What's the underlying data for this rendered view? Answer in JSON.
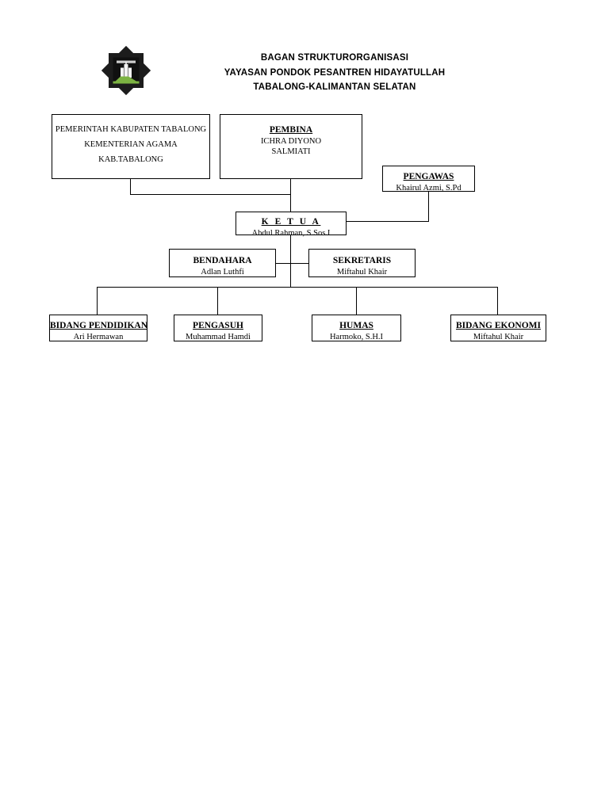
{
  "header": {
    "logo_icon": "octagram-pesantren-logo",
    "title_lines": [
      "BAGAN STRUKTURORGANISASI",
      "YAYASAN PONDOK PESANTREN HIDAYATULLAH",
      "TABALONG-KALIMANTAN SELATAN"
    ]
  },
  "chart_data": {
    "type": "diagram",
    "subtype": "organizational-chart",
    "title": "BAGAN STRUKTURORGANISASI YAYASAN PONDOK PESANTREN HIDAYATULLAH TABALONG-KALIMANTAN SELATAN",
    "nodes": [
      {
        "id": "pemerintah",
        "role": "",
        "lines": [
          "PEMERINTAH KABUPATEN TABALONG",
          "KEMENTERIAN AGAMA",
          "KAB.TABALONG"
        ],
        "level": 0
      },
      {
        "id": "pembina",
        "role": "PEMBINA",
        "person": "ICHRA DIYONO",
        "person2": "SALMIATI",
        "level": 0
      },
      {
        "id": "pengawas",
        "role": "PENGAWAS",
        "person": "Khairul Azmi, S.Pd",
        "level": 1
      },
      {
        "id": "ketua",
        "role": "K E T U A",
        "person": "Abdul Rahman, S.Sos.I",
        "level": 2
      },
      {
        "id": "bendahara",
        "role": "BENDAHARA",
        "person": "Adlan Luthfi",
        "level": 3
      },
      {
        "id": "sekretaris",
        "role": "SEKRETARIS",
        "person": "Miftahul Khair",
        "level": 3
      },
      {
        "id": "bidang-pendidikan",
        "role": "BIDANG PENDIDIKAN",
        "person": "Ari Hermawan",
        "level": 4
      },
      {
        "id": "pengasuh",
        "role": "PENGASUH",
        "person": "Muhammad Hamdi",
        "level": 4
      },
      {
        "id": "humas",
        "role": "HUMAS",
        "person": "Harmoko, S.H.I",
        "level": 4
      },
      {
        "id": "bidang-ekonomi",
        "role": "BIDANG EKONOMI",
        "person": "Miftahul Khair",
        "level": 4
      }
    ],
    "edges": [
      {
        "from": "pemerintah",
        "to": "ketua"
      },
      {
        "from": "pembina",
        "to": "ketua"
      },
      {
        "from": "pengawas",
        "to": "ketua"
      },
      {
        "from": "ketua",
        "to": "bendahara"
      },
      {
        "from": "ketua",
        "to": "sekretaris"
      },
      {
        "from": "ketua",
        "to": "bidang-pendidikan"
      },
      {
        "from": "ketua",
        "to": "pengasuh"
      },
      {
        "from": "ketua",
        "to": "humas"
      },
      {
        "from": "ketua",
        "to": "bidang-ekonomi"
      }
    ],
    "colors": {
      "line": "#000000",
      "box_fill": "#ffffff",
      "text": "#000000",
      "logo_dark": "#1a1a1a",
      "logo_green": "#7cb342"
    }
  }
}
